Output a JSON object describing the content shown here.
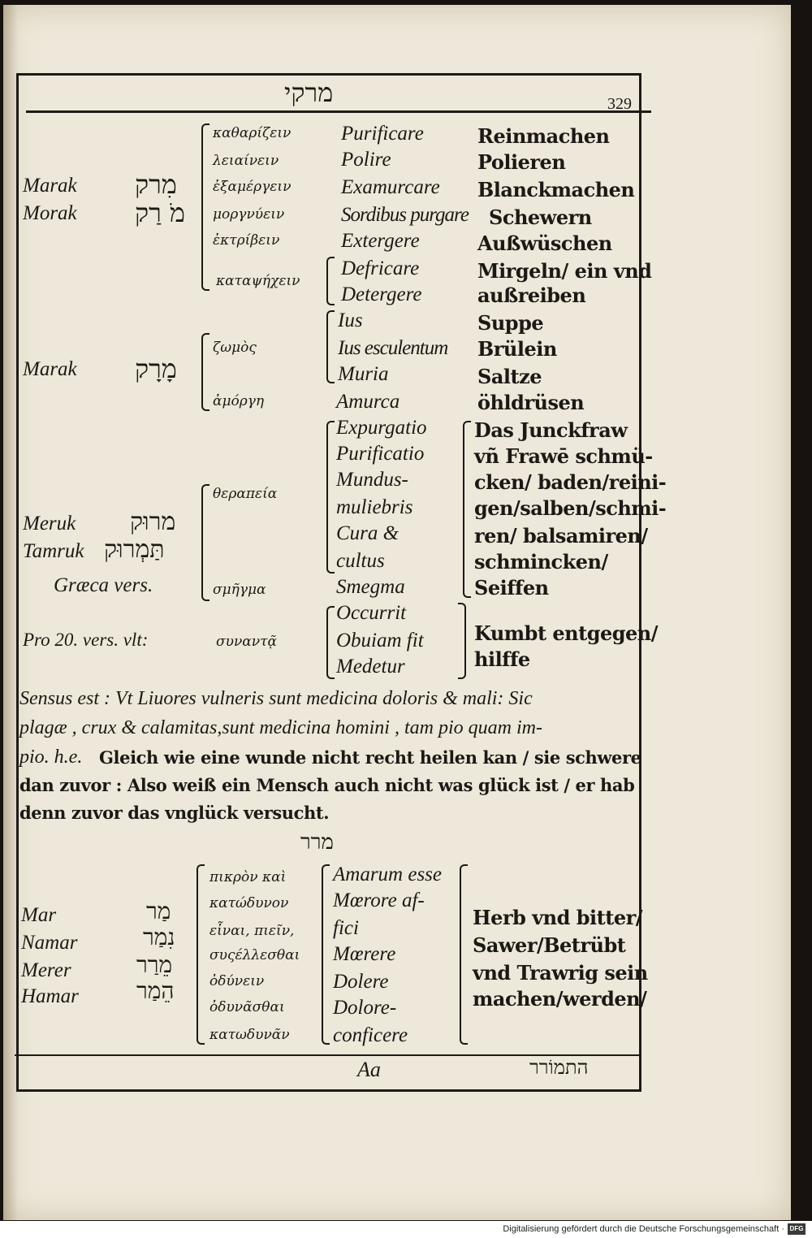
{
  "header": {
    "title": "מרקי",
    "page_number": "329"
  },
  "entry1": {
    "translit": [
      "Marak",
      "Morak"
    ],
    "hebrew": [
      "מִרק",
      "מֹ רַק"
    ],
    "greek": [
      "καθαρίζειν",
      "λειαίνειν",
      "ἐξαμέργειν",
      "μοργνύειν",
      "ἐκτρίβειν",
      "καταψήχειν"
    ],
    "latin": [
      "Purificare",
      "Polire",
      "Examurcare",
      "Sordibus purgare",
      "Extergere",
      "Defricare",
      "Detergere"
    ],
    "german": [
      "Reinmachen",
      "Polieren",
      "Blanckmachen",
      "Schewern",
      "Außwüschen",
      "Mirgeln/ ein vnd",
      "außreiben"
    ]
  },
  "entry2": {
    "translit": "Marak",
    "hebrew": "מָרָק",
    "greek": [
      "ζωμὸς",
      "ἀμόργη"
    ],
    "latin": [
      "Ius",
      "Ius esculentum",
      "Muria",
      "Amurca"
    ],
    "german": [
      "Suppe",
      "Brülein",
      "Saltze",
      "öhldrüsen"
    ]
  },
  "entry3": {
    "translit": [
      "Meruk",
      "Tamruk",
      "Græca vers."
    ],
    "hebrew": [
      "מרוּק",
      "תַּמְרוּק"
    ],
    "greek": [
      "θεραπεία",
      "σμῆγμα"
    ],
    "latin": [
      "Expurgatio",
      "Purificatio",
      "Mundus-",
      "muliebris",
      "Cura &",
      "cultus",
      "Smegma"
    ],
    "german": [
      "Das Junckfraw",
      "vñ Frawē schmü-",
      "cken/ baden/reini-",
      "gen/salben/schmi-",
      "ren/ balsamiren/",
      "schmincken/",
      "Seiffen"
    ]
  },
  "entry4": {
    "ref": "Pro 20. vers. vlt:",
    "greek": "συναντᾷ",
    "latin": [
      "Occurrit",
      "Obuiam fit",
      "Medetur"
    ],
    "german": [
      "Kumbt entgegen/",
      "hilffe"
    ]
  },
  "sensus": {
    "line1": "Sensus est : Vt Liuores vulneris sunt medicina doloris & mali: Sic",
    "line2": "plagæ , crux & calamitas,sunt medicina homini , tam pio quam im-",
    "line3_latin": "pio. h.e.",
    "line3_german": "Gleich wie eine wunde nicht recht heilen kan / sie schwere",
    "line4": "dan zuvor : Also weiß ein Mensch auch nicht was glück ist / er hab",
    "line5": "denn zuvor das vnglück versucht."
  },
  "section2": {
    "heading": "מרר"
  },
  "entry5": {
    "translit": [
      "Mar",
      "Namar",
      "Merer",
      "Hamar"
    ],
    "hebrew": [
      "מַר",
      "נִמַר",
      "מֵרַר",
      "הֵמַר"
    ],
    "greek": [
      "πικρὸν καὶ",
      "κατώδυνον",
      "εἶναι, πιεῖν,",
      "συςέλλεσθαι",
      "ὀδύνειν",
      "ὀδυνᾶσθαι",
      "κατωδυνᾶν"
    ],
    "latin": [
      "Amarum esse",
      "Mœrore af-",
      "fici",
      "Mœrere",
      "Dolere",
      "Dolore-",
      "conficere"
    ],
    "german": [
      "Herb vnd bitter/",
      "Sawer/Betrübt",
      "vnd Trawrig sein",
      "machen/werden/"
    ]
  },
  "footer_line": {
    "signature": "Aa",
    "catchword": "התמוֹרר"
  },
  "digitization_note": "Digitalisierung gefördert durch die Deutsche Forschungsgemeinschaft ·",
  "dfg_logo": "DFG"
}
